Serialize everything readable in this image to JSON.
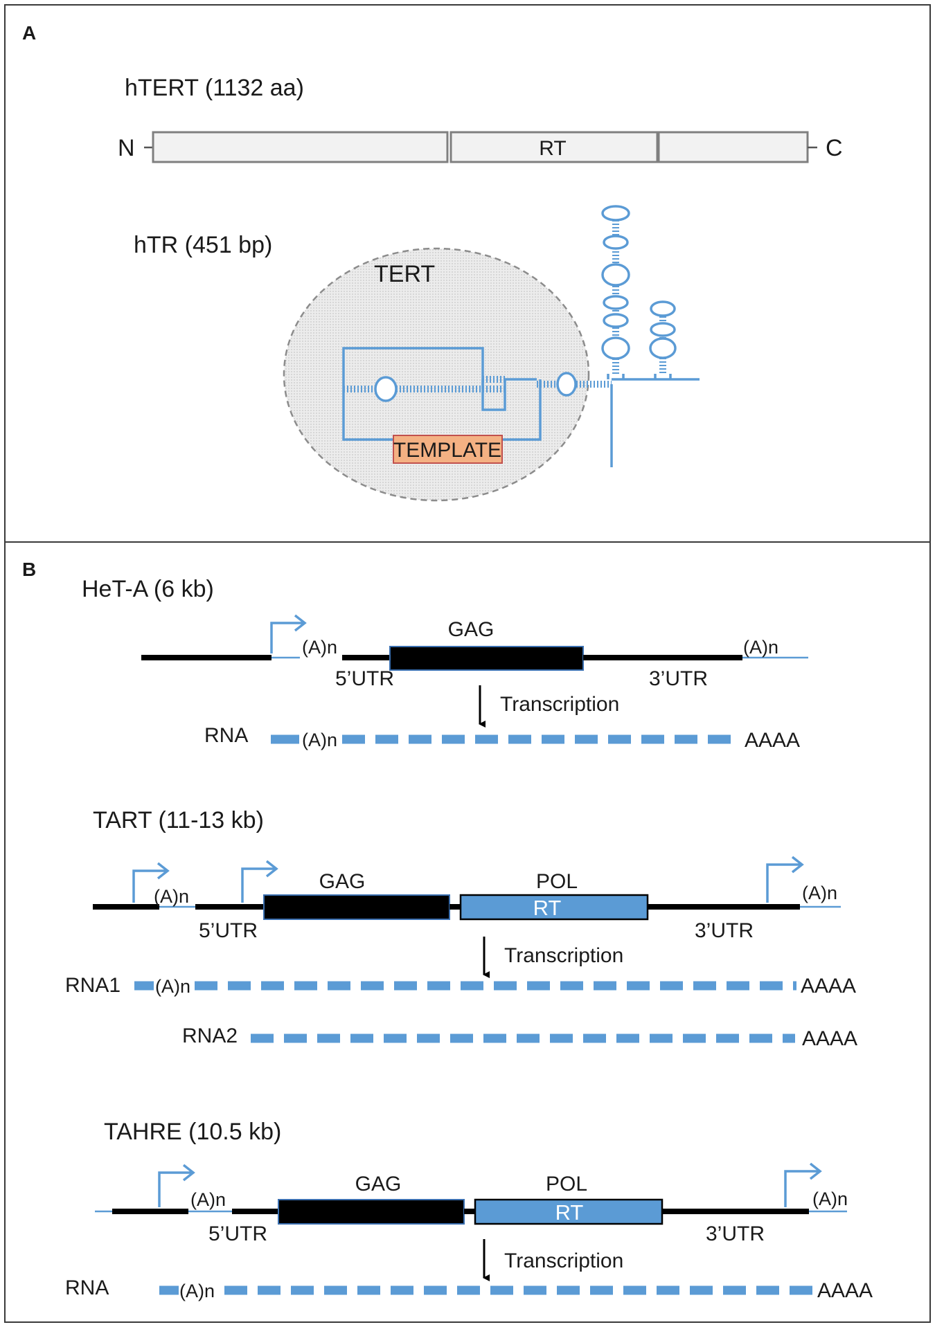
{
  "panel_a": {
    "letter": "A",
    "htert_title": "hTERT  (1132 aa)",
    "n_label": "N",
    "c_label": "C",
    "rt_label": "RT",
    "htr_title": "hTR  (451 bp)",
    "tert_label": "TERT",
    "template_label": "TEMPLATE"
  },
  "panel_b": {
    "letter": "B",
    "heta": {
      "title": "HeT-A (6 kb)",
      "an_left": "(A)n",
      "an_right": "(A)n",
      "gag": "GAG",
      "utr5": "5’UTR",
      "utr3": "3’UTR",
      "transcription": "Transcription",
      "rna_label": "RNA",
      "rna_an": "(A)n",
      "rna_end": "AAAA"
    },
    "tart": {
      "title": "TART  (11-13 kb)",
      "an_left": "(A)n",
      "an_right": "(A)n",
      "gag": "GAG",
      "pol": "POL",
      "rt": "RT",
      "utr5": "5’UTR",
      "utr3": "3’UTR",
      "transcription": "Transcription",
      "rna1_label": "RNA1",
      "rna1_an": "(A)n",
      "rna1_end": "AAAA",
      "rna2_label": "RNA2",
      "rna2_end": "AAAA"
    },
    "tahre": {
      "title": "TAHRE (10.5 kb)",
      "an_left": "(A)n",
      "an_right": "(A)n",
      "gag": "GAG",
      "pol": "POL",
      "rt": "RT",
      "utr5": "5’UTR",
      "utr3": "3’UTR",
      "transcription": "Transcription",
      "rna_label": "RNA",
      "rna_an": "(A)n",
      "rna_end": "AAAA"
    }
  },
  "colors": {
    "rna_blue": "#5b9bd5",
    "template_fill": "#f4b183",
    "box_black": "#000000"
  }
}
